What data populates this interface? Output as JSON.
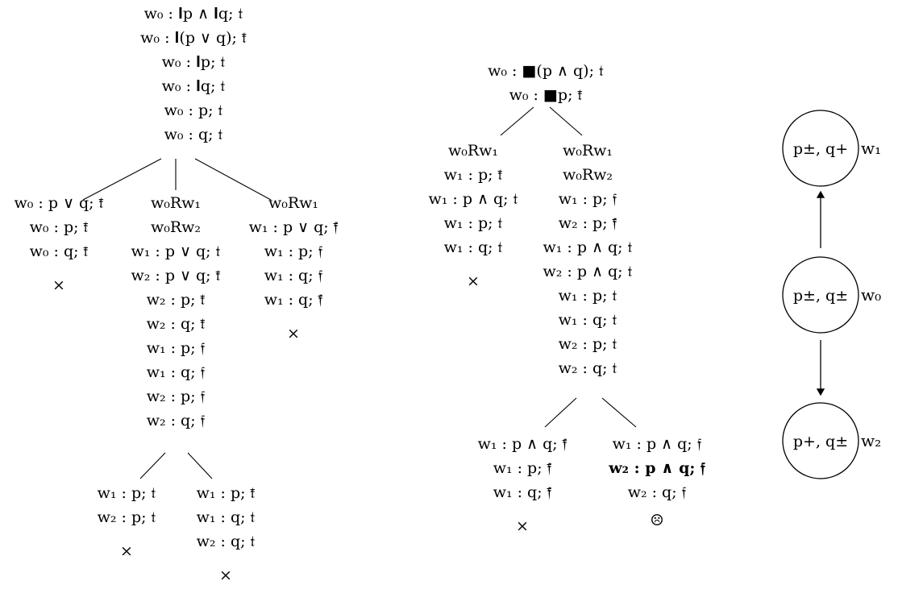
{
  "tree1": {
    "root": [
      "w₀ : 𝐈p ∧ 𝐈q; 𝔱",
      "w₀ : 𝐈(p ∨ q); 𝔱̄",
      "w₀ : 𝐈p; 𝔱",
      "w₀ : 𝐈q; 𝔱",
      "w₀ : p; 𝔱",
      "w₀ : q; 𝔱"
    ],
    "branch_left": [
      "w₀ : p ∨ q; 𝔱̄",
      "w₀ : p; 𝔱̄",
      "w₀ : q; 𝔱̄",
      "×"
    ],
    "branch_mid": [
      "w₀Rw₁",
      "w₀Rw₂",
      "w₁ : p ∨ q; 𝔱",
      "w₂ : p ∨ q; 𝔱̄",
      "w₂ : p; 𝔱̄",
      "w₂ : q; 𝔱̄",
      "w₁ : p; 𝔣",
      "w₁ : q; 𝔣",
      "w₂ : p; 𝔣",
      "w₂ : q; 𝔣"
    ],
    "branch_right": [
      "w₀Rw₁",
      "w₁ : p ∨ q; 𝔣̄",
      "w₁ : p; 𝔣",
      "w₁ : q; 𝔣",
      "w₁ : q; 𝔣̄",
      "×"
    ],
    "sub_left": [
      "w₁ : p; 𝔱",
      "w₂ : p; 𝔱",
      "×"
    ],
    "sub_right": [
      "w₁ : p; 𝔱̄",
      "w₁ : q; 𝔱",
      "w₂ : q; 𝔱",
      "×"
    ]
  },
  "tree2": {
    "root": [
      "w₀ : ■(p ∧ q); 𝔱",
      "w₀ : ■p; 𝔱̄"
    ],
    "branch_left": [
      "w₀Rw₁",
      "w₁ : p; 𝔱̄",
      "w₁ : p ∧ q; 𝔱",
      "w₁ : p; 𝔱",
      "w₁ : q; 𝔱",
      "×"
    ],
    "branch_right": [
      "w₀Rw₁",
      "w₀Rw₂",
      "w₁ : p; 𝔣",
      "w₂ : p; 𝔣̄",
      "w₁ : p ∧ q; 𝔱",
      "w₂ : p ∧ q; 𝔱",
      "w₁ : p; 𝔱",
      "w₁ : q; 𝔱",
      "w₂ : p; 𝔱",
      "w₂ : q; 𝔱"
    ],
    "sub_left": [
      "w₁ : p ∧ q; 𝔣̄",
      "w₁ : p; 𝔣̄",
      "w₁ : q; 𝔣̄",
      "×"
    ],
    "sub_right": [
      "w₁ : p ∧ q; 𝔣",
      "𝐰₂ : 𝐩 ∧ 𝐪; 𝔣",
      "w₂ : q; 𝔣",
      "☹"
    ]
  },
  "model": {
    "nodes": [
      {
        "label": "p±, q+",
        "world": "w₁"
      },
      {
        "label": "p±, q±",
        "world": "w₀"
      },
      {
        "label": "p+, q±",
        "world": "w₂"
      }
    ]
  }
}
